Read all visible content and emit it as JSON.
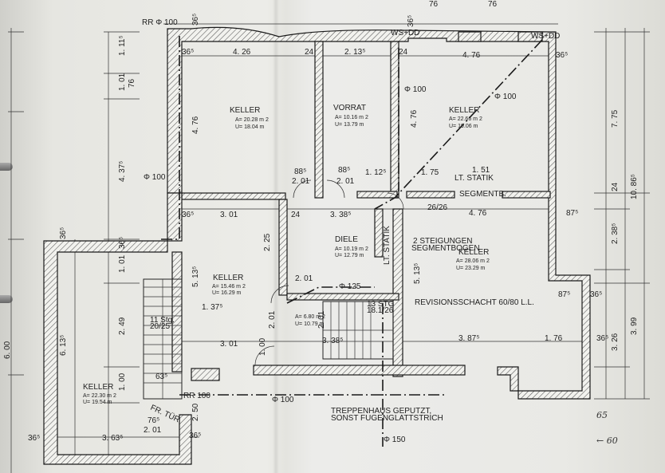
{
  "rooms": {
    "keller1": {
      "name": "KELLER",
      "area": "A= 20.28 m 2",
      "perimeter": "U= 18.04 m"
    },
    "vorrat": {
      "name": "VORRAT",
      "area": "A= 10.16 m 2",
      "perimeter": "U= 13.79 m"
    },
    "keller2": {
      "name": "KELLER",
      "area": "A= 22.66 m 2",
      "perimeter": "U= 19.06 m"
    },
    "keller3": {
      "name": "KELLER",
      "area": "A= 15.46 m 2",
      "perimeter": "U= 16.29 m"
    },
    "diele": {
      "name": "DIELE",
      "area": "A= 10.19 m 2",
      "perimeter": "U= 12.79 m"
    },
    "keller4": {
      "name": "KELLER",
      "area": "A= 28.06 m 2",
      "perimeter": "U= 23.29 m"
    },
    "keller5": {
      "name": "KELLER",
      "area": "A= 22.30 m 2",
      "perimeter": "U= 19.54 m"
    },
    "small": {
      "area": "A= 6.80 m 2",
      "perimeter": "U= 10.79 m"
    }
  },
  "annotations": {
    "rr_top": "RR Φ 100",
    "rr_bottom": "RR 100",
    "phi100_a": "Φ 100",
    "phi100_b": "Φ 100",
    "phi100_c": "Φ 100",
    "phi100_d": "Φ 100",
    "phi125": "Φ 125",
    "phi150": "Φ 150",
    "lt_statik": "LT. STATIK",
    "lt_statik2": "LT. STATIK",
    "segmentb": "SEGMENTB.",
    "steigungen1": "2 STEIGUNGEN",
    "steigungen2": "SEGMENTBOGEN",
    "revision": "REVISIONSSCHACHT 60/80 L.L.",
    "treppenhaus1": "TREPPENHAUS GEPUTZT,",
    "treppenhaus2": "SONST FUGENGLATTSTRICH",
    "stg13": "13 STG",
    "stg13b": "18.1/26",
    "stg11": "11 Stg.",
    "stg11b": "20/25",
    "fr_tur": "FR. TÜR",
    "ws": "WS+DD",
    "ws2": "WS+DD",
    "d2626": "26/26"
  },
  "dimensions": {
    "d_426": "4. 26",
    "d_213": "2. 13⁵",
    "d_476": "4. 76",
    "d_365a": "36⁵",
    "d_24a": "24",
    "d_24b": "24",
    "d_24c": "24",
    "d_365b": "36⁵",
    "d_365c": "36⁵",
    "d_301a": "3. 01",
    "d_338a": "3. 38⁵",
    "d_476b": "4. 76",
    "d_875a": "87⁵",
    "d_201a": "2. 01",
    "d_201b": "2. 01",
    "d_885": "88⁵",
    "d_885b": "88⁵",
    "d_112": "1. 12⁵",
    "d_175": "1. 75",
    "d_151": "1. 51",
    "d_301b": "3. 01",
    "d_338b": "3. 38⁵",
    "d_3875": "3. 87⁵",
    "d_176": "1. 76",
    "d_363": "3. 63⁵",
    "d_365d": "36⁵",
    "d_365e": "36⁵",
    "d_765": "76⁵",
    "d_201c": "2. 01",
    "v_1115": "1. 11⁵",
    "v_101": "1. 01",
    "v_76": "76",
    "v_4375": "4. 37⁵",
    "v_365": "36⁵",
    "v_101b": "1. 01",
    "v_249": "2. 49",
    "v_100": "1. 00",
    "v_613": "6. 13⁵",
    "v_476": "4. 76",
    "v_476b": "4. 76",
    "v_5135": "5. 13⁵",
    "v_5135b": "5. 13⁵",
    "v_775": "7. 75",
    "v_1086": "10. 86⁵",
    "v_2385": "2. 38⁵",
    "v_326": "3. 26",
    "v_399": "3. 99",
    "v_250": "2. 50",
    "v_225": "2. 25",
    "v_201": "2. 01",
    "v_100b": "1. 00",
    "v_201d": "2. 01",
    "top_76a": "76",
    "top_76b": "76",
    "top_365": "36⁵",
    "top_365b": "36⁵",
    "v_875b": "87⁵",
    "v_600": "6. 00",
    "v_365f": "36⁵",
    "v_24d": "24",
    "v_365g": "36⁵",
    "v_365h": "36⁵",
    "h_63": "63⁵",
    "h_137": "1. 37⁵",
    "h_201": "2. 01"
  },
  "handwriting": {
    "h65": "65",
    "h60": "← 60"
  }
}
